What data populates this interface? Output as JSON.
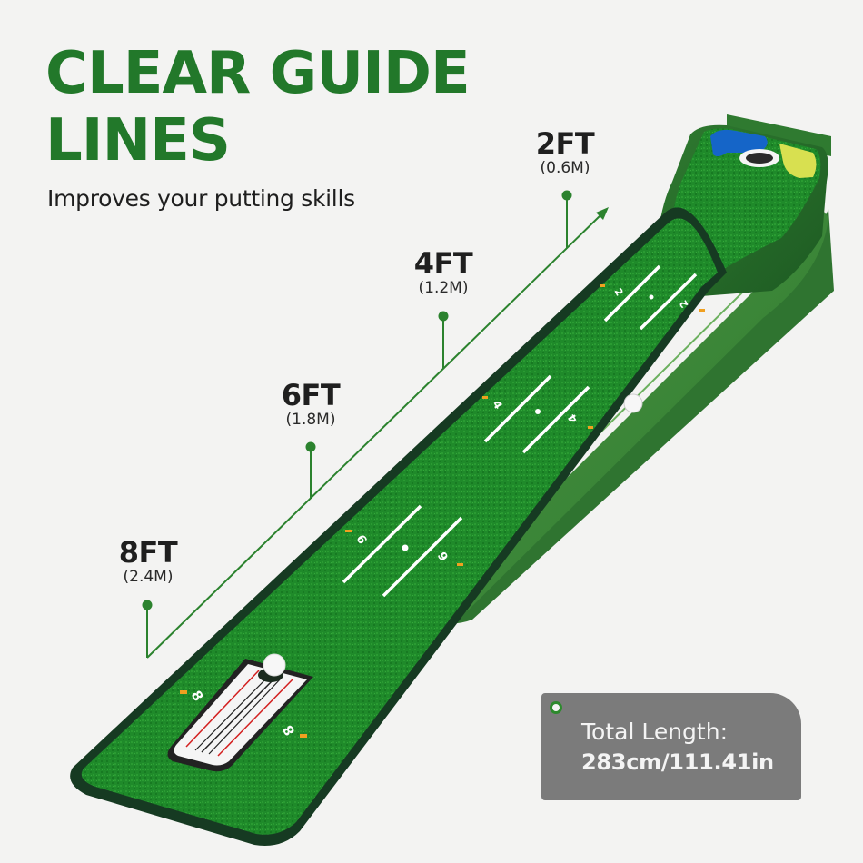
{
  "header": {
    "title_line1": "CLEAR GUIDE",
    "title_line2": "LINES",
    "subtitle": "Improves your putting skills"
  },
  "distance_markers": [
    {
      "feet": "2FT",
      "meters": "(0.6M)"
    },
    {
      "feet": "4FT",
      "meters": "(1.2M)"
    },
    {
      "feet": "6FT",
      "meters": "(1.8M)"
    },
    {
      "feet": "8FT",
      "meters": "(2.4M)"
    }
  ],
  "mat_markings": {
    "zone_2": "2",
    "zone_4": "4",
    "zone_6": "6",
    "zone_8": "8"
  },
  "spec": {
    "label": "Total Length:",
    "value": "283cm/111.41in"
  },
  "colors": {
    "brand_green": "#22782a",
    "turf_green": "#1f8a2a",
    "turf_edge": "#163a22",
    "tray_green": "#3f8a37",
    "info_box": "#7b7b7b",
    "marker_orange": "#f0a020",
    "cup_blue": "#1565c8",
    "cup_yellow": "#d8e050"
  },
  "icons": {
    "ring": "ring-bullet-icon",
    "arrow": "direction-arrow-icon"
  }
}
